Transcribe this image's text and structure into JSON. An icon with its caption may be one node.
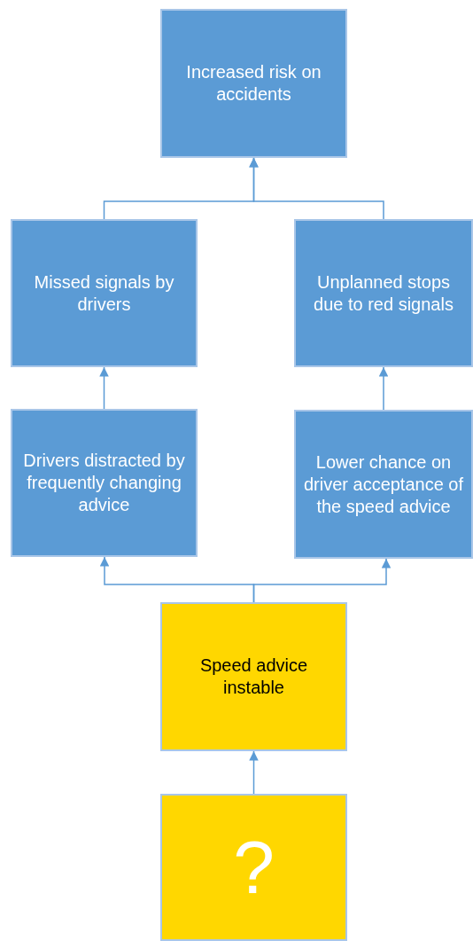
{
  "diagram": {
    "nodes": [
      {
        "text": [
          "Increased risk on accidents"
        ]
      },
      {
        "text": [
          "Missed signals by drivers"
        ]
      },
      {
        "text": [
          "Unplanned stops due to red signals"
        ]
      },
      {
        "text": [
          "Drivers distracted by frequently changing advice"
        ]
      },
      {
        "text": [
          "Lower chance on driver acceptance of the speed advice"
        ]
      },
      {
        "text": [
          "Speed advice instable"
        ]
      },
      {
        "text": [
          "?"
        ]
      }
    ],
    "edges": [
      {
        "from": 6,
        "to": 5,
        "arrow": "to"
      },
      {
        "from": 5,
        "to": 3,
        "arrow": "to"
      },
      {
        "from": 5,
        "to": 4,
        "arrow": "to"
      },
      {
        "from": 3,
        "to": 1,
        "arrow": "to"
      },
      {
        "from": 4,
        "to": 2,
        "arrow": "to"
      },
      {
        "from": 1,
        "to": 0,
        "arrow": "to"
      },
      {
        "from": 2,
        "to": 0,
        "arrow": "to"
      }
    ]
  }
}
